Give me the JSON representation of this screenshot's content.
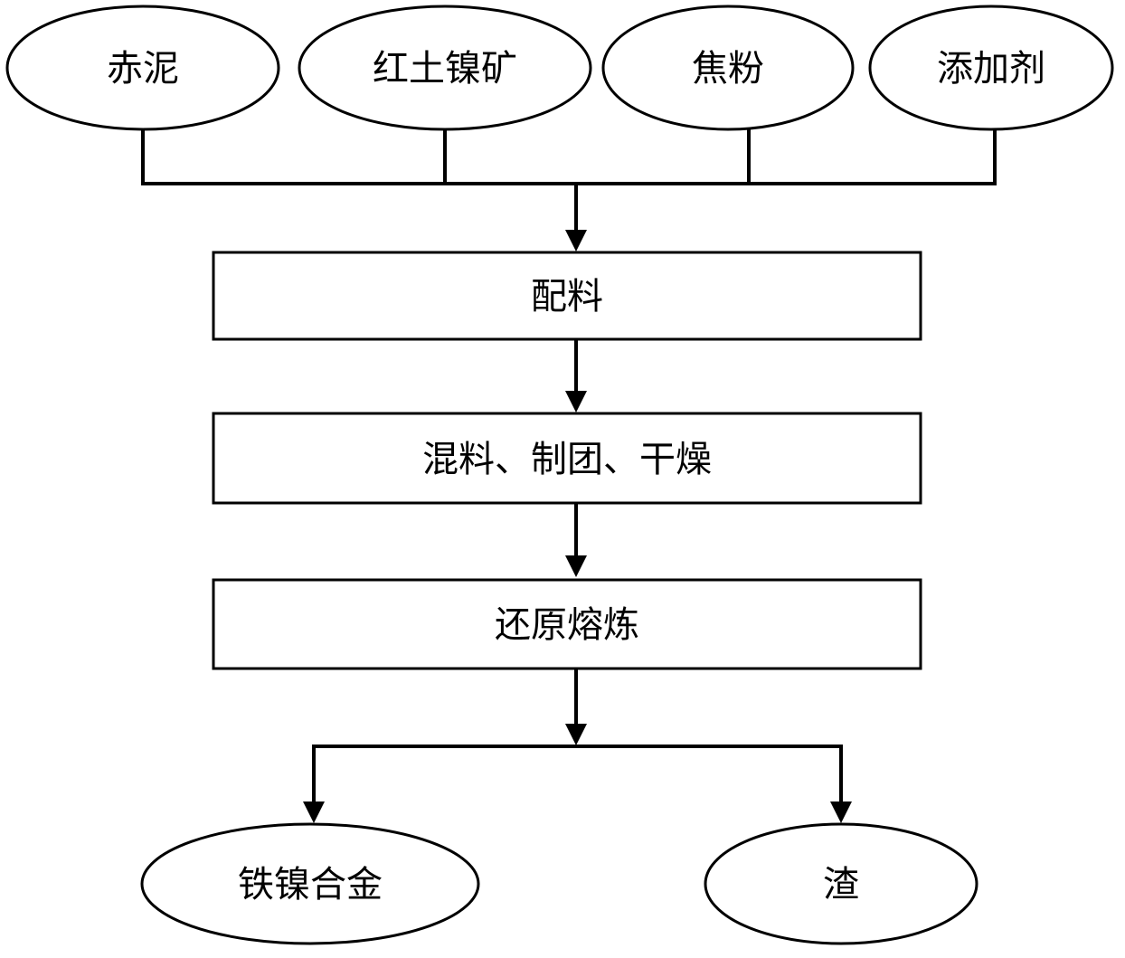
{
  "inputs": [
    "赤泥",
    "红土镍矿",
    "焦粉",
    "添加剂"
  ],
  "steps": [
    "配料",
    "混料、制团、干燥",
    "还原熔炼"
  ],
  "outputs": [
    "铁镍合金",
    "渣"
  ]
}
